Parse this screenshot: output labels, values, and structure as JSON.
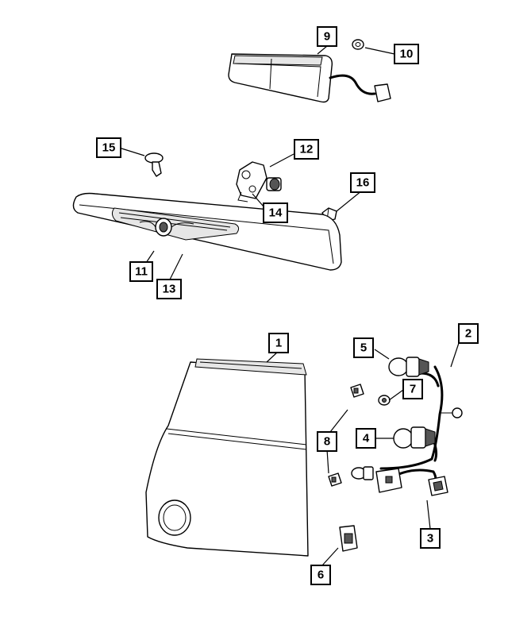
{
  "callouts": [
    {
      "id": "c1",
      "label": "1"
    },
    {
      "id": "c2",
      "label": "2"
    },
    {
      "id": "c3",
      "label": "3"
    },
    {
      "id": "c4",
      "label": "4"
    },
    {
      "id": "c5",
      "label": "5"
    },
    {
      "id": "c6",
      "label": "6"
    },
    {
      "id": "c7",
      "label": "7"
    },
    {
      "id": "c8",
      "label": "8"
    },
    {
      "id": "c9",
      "label": "9"
    },
    {
      "id": "c10",
      "label": "10"
    },
    {
      "id": "c11",
      "label": "11"
    },
    {
      "id": "c12",
      "label": "12"
    },
    {
      "id": "c13",
      "label": "13"
    },
    {
      "id": "c14",
      "label": "14"
    },
    {
      "id": "c15",
      "label": "15"
    },
    {
      "id": "c16",
      "label": "16"
    }
  ],
  "colors": {
    "line": "#000000",
    "background": "#ffffff",
    "shade": "#e6e6e6"
  }
}
